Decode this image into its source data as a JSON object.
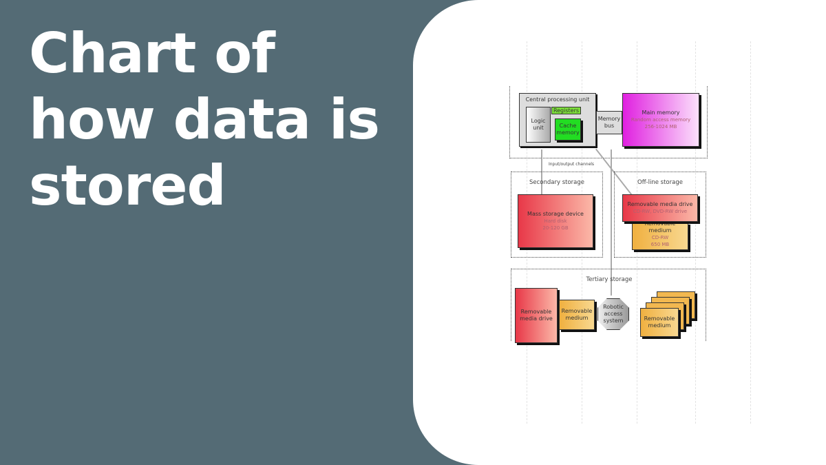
{
  "title": "Chart of how data is stored",
  "diagram": {
    "cpu": "Central processing unit",
    "registers": "Registers",
    "logic_unit": "Logic unit",
    "cache": "Cache memory",
    "memory_bus": "Memory bus",
    "main_memory": {
      "title": "Main memory",
      "sub1": "Random access memory",
      "sub2": "256-1024 MB"
    },
    "io_channels": "Input/output channels",
    "secondary": {
      "title": "Secondary storage",
      "device": "Mass storage device",
      "sub1": "Hard disk",
      "sub2": "20-120 GB"
    },
    "offline": {
      "title": "Off-line storage",
      "drive": "Removable media drive",
      "drive_sub": "CD-RW, DVD-RW drive",
      "medium": "Removable medium",
      "medium_sub1": "CD-RW",
      "medium_sub2": "650 MB"
    },
    "tertiary": {
      "title": "Tertiary storage",
      "drive": "Removable media drive",
      "medium": "Removable medium",
      "robot": "Robotic access system",
      "medium2": "Removable medium"
    }
  }
}
